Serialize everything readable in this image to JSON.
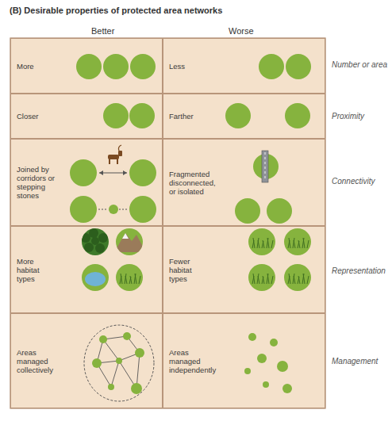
{
  "diagram": {
    "title": "(B) Desirable properties of protected area networks",
    "nodes": [
      {
        "text": [
          "More"
        ]
      },
      {
        "text": [
          "Less"
        ]
      },
      {
        "text": [
          "Closer"
        ]
      },
      {
        "text": [
          "Farther"
        ]
      },
      {
        "text": [
          "Joined by corridors or stepping stones"
        ]
      },
      {
        "text": [
          "Fragmented disconnected, or isolated"
        ]
      },
      {
        "text": [
          "More habitat types"
        ]
      },
      {
        "text": [
          "Fewer habitat types"
        ]
      },
      {
        "text": [
          "Areas managed collectively"
        ]
      },
      {
        "text": [
          "Areas managed independently"
        ]
      }
    ],
    "labels": [
      "Better",
      "Worse",
      "Number or area",
      "Proximity",
      "Connectivity",
      "Representation",
      "Management"
    ]
  }
}
